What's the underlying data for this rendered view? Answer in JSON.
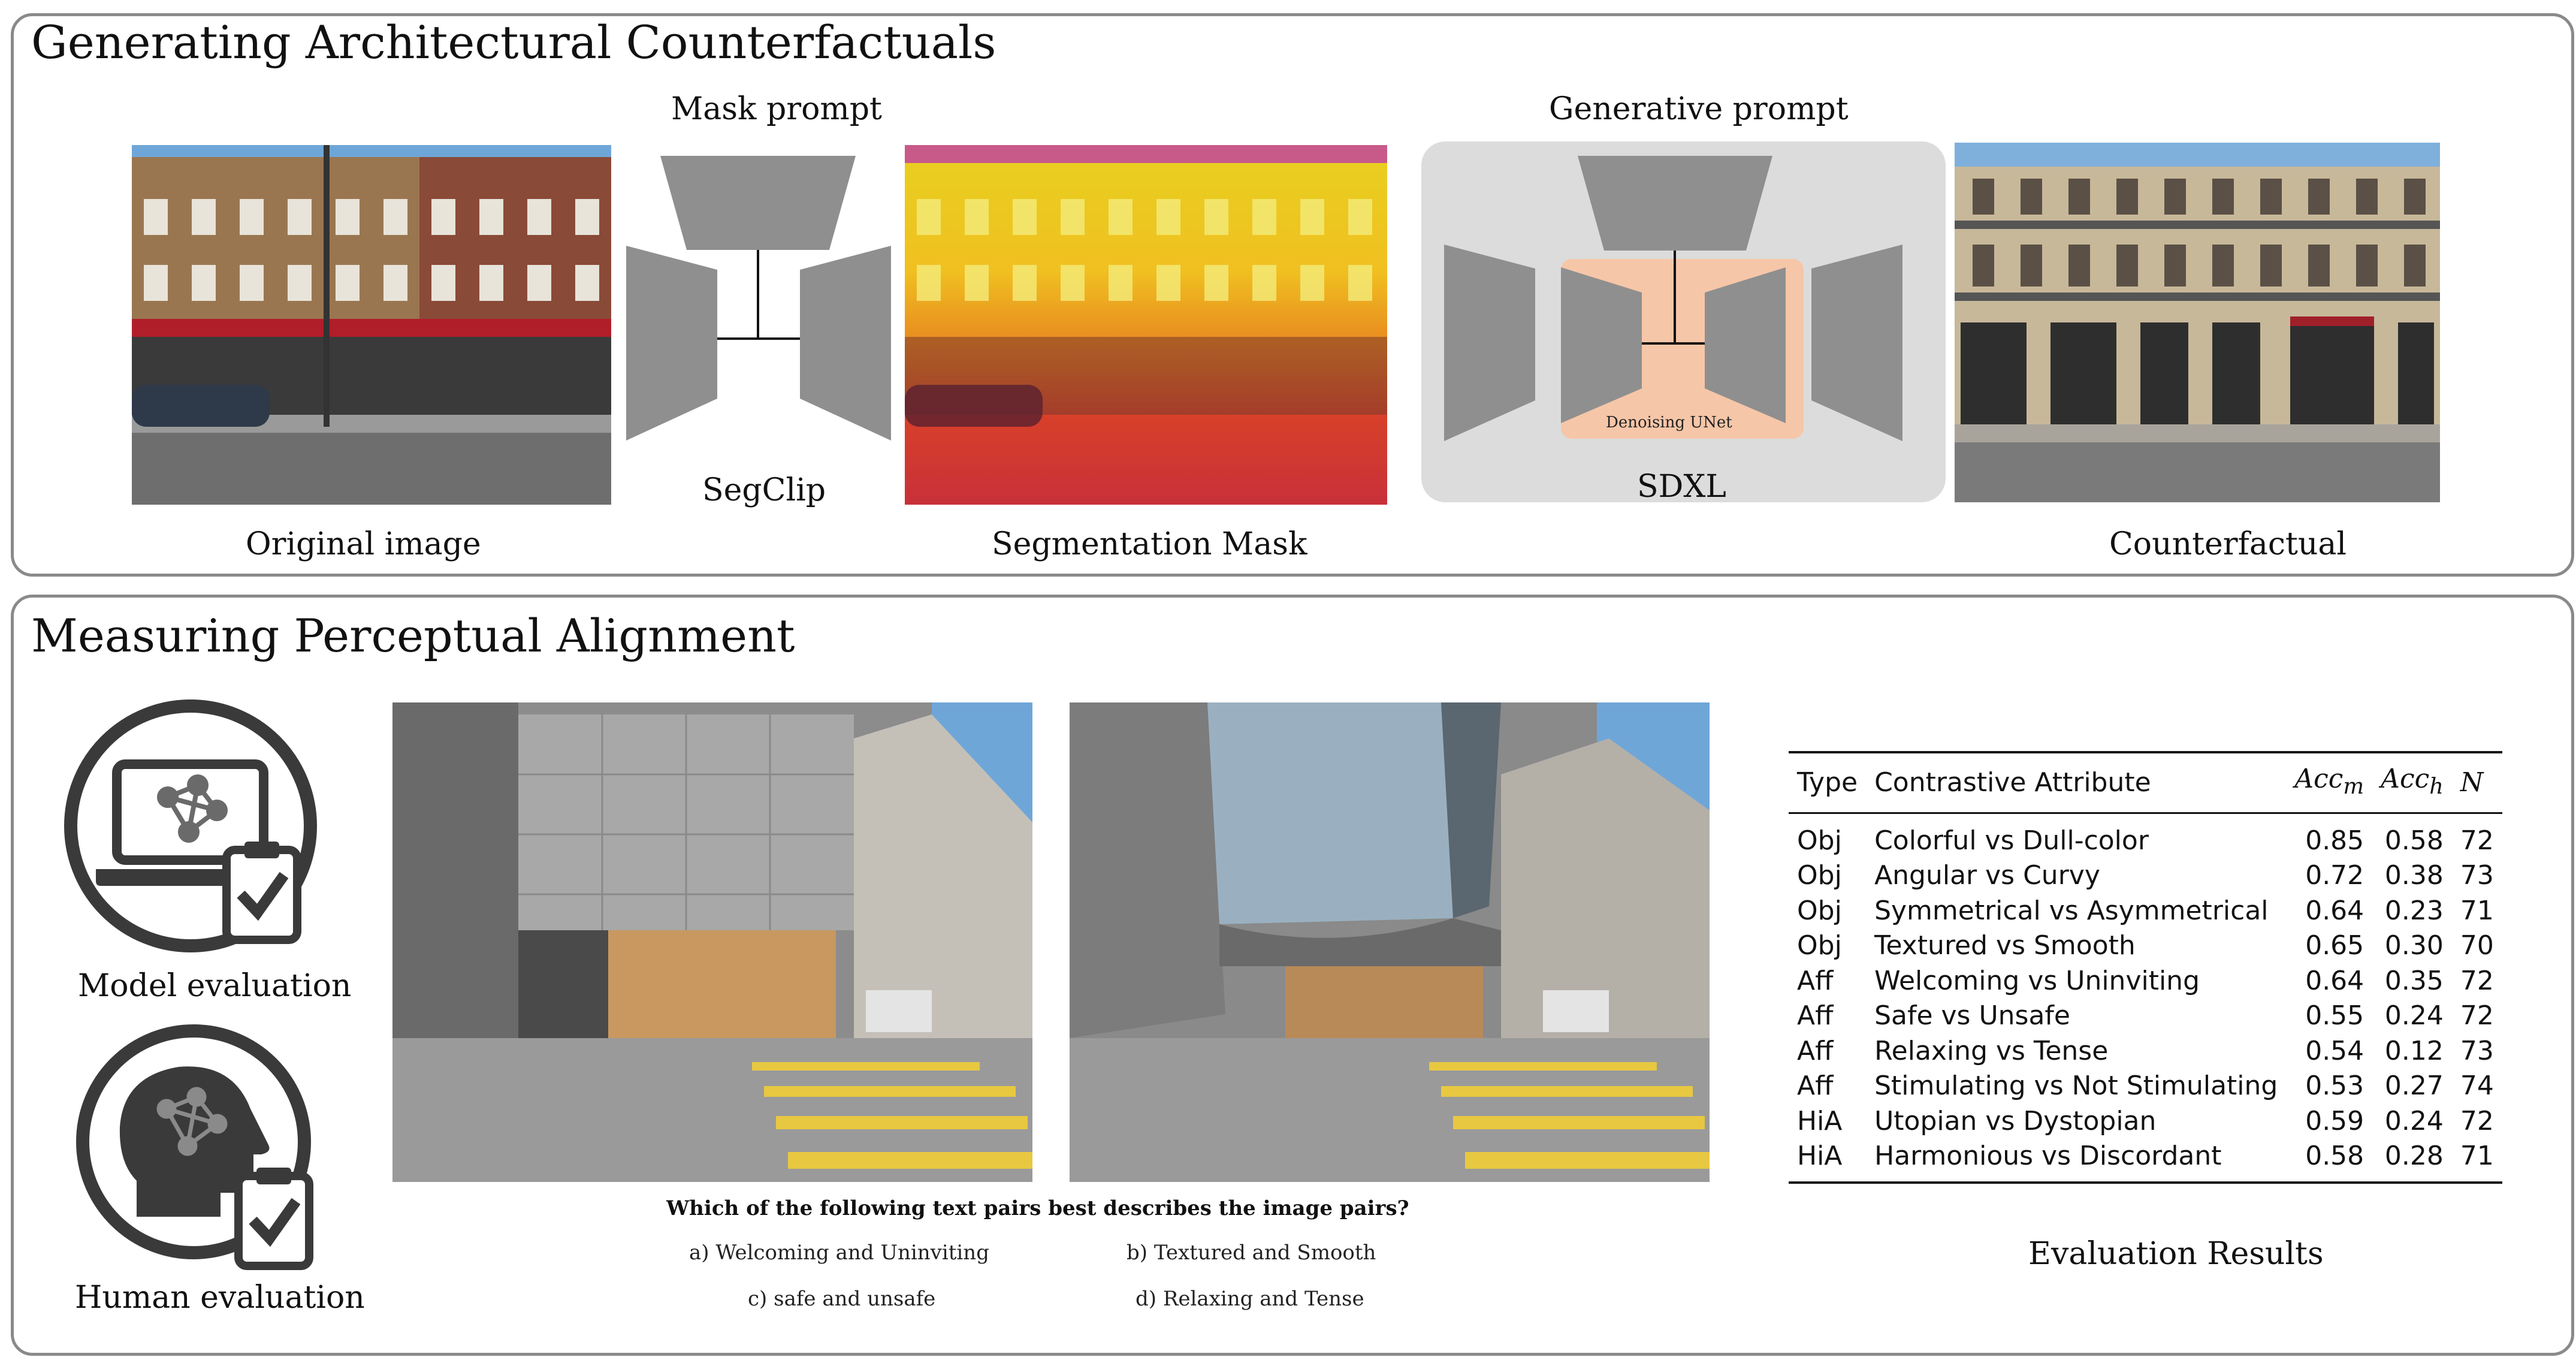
{
  "section1": {
    "title": "Generating Architectural  Counterfactuals",
    "mask_prompt": "Mask prompt",
    "generative_prompt": "Generative prompt",
    "segclip": "SegClip",
    "sdxl": "SDXL",
    "denoising_unet": "Denoising UNet",
    "original_image": "Original image",
    "segmentation_mask": "Segmentation Mask",
    "counterfactual": "Counterfactual"
  },
  "section2": {
    "title": "Measuring Perceptual Alignment",
    "model_evaluation": "Model evaluation",
    "human_evaluation": "Human evaluation",
    "question": "Which of the following text pairs best describes the image pairs?",
    "options": [
      "a) Welcoming and Uninviting",
      "b) Textured and Smooth",
      "c) safe and unsafe",
      "d) Relaxing and Tense"
    ],
    "results_caption": "Evaluation Results"
  },
  "chart_data": {
    "type": "table",
    "columns": [
      "Type",
      "Contrastive Attribute",
      "Acc_m",
      "Acc_h",
      "N"
    ],
    "rows": [
      [
        "Obj",
        "Colorful vs Dull-color",
        "0.85",
        "0.58",
        "72"
      ],
      [
        "Obj",
        "Angular vs Curvy",
        "0.72",
        "0.38",
        "73"
      ],
      [
        "Obj",
        "Symmetrical vs Asymmetrical",
        "0.64",
        "0.23",
        "71"
      ],
      [
        "Obj",
        "Textured vs Smooth",
        "0.65",
        "0.30",
        "70"
      ],
      [
        "Aff",
        "Welcoming vs Uninviting",
        "0.64",
        "0.35",
        "72"
      ],
      [
        "Aff",
        "Safe vs Unsafe",
        "0.55",
        "0.24",
        "72"
      ],
      [
        "Aff",
        "Relaxing vs Tense",
        "0.54",
        "0.12",
        "73"
      ],
      [
        "Aff",
        "Stimulating vs Not Stimulating",
        "0.53",
        "0.27",
        "74"
      ],
      [
        "HiA",
        "Utopian vs Dystopian",
        "0.59",
        "0.24",
        "72"
      ],
      [
        "HiA",
        "Harmonious vs Discordant",
        "0.58",
        "0.28",
        "71"
      ]
    ]
  },
  "colors": {
    "panel_border": "#8a8a8a",
    "encoder_gray": "#8f8f8f",
    "sdxl_bg": "#dcdcdc",
    "unet_bg": "#f6c6a8",
    "icon_dark": "#3a3a3a"
  }
}
